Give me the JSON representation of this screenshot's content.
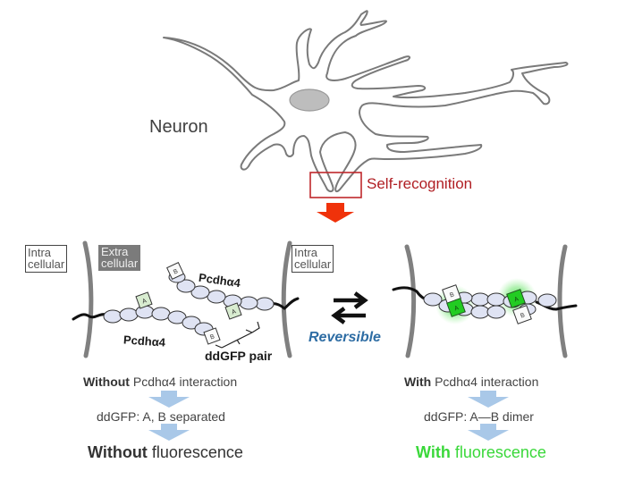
{
  "figure": {
    "neuron_label": "Neuron",
    "self_recognition_label": "Self-recognition",
    "left_panel": {
      "intra_label_line1": "Intra",
      "intra_label_line2": "cellular",
      "extra_label_line1": "Extra",
      "extra_label_line2": "cellular",
      "right_intra_label_line1": "Intra",
      "right_intra_label_line2": "cellular",
      "protein_label_top": "Pcdhα4",
      "protein_label_bottom": "Pcdhα4",
      "ddgfp_pair_label": "ddGFP pair",
      "fragment_a": "A",
      "fragment_b": "B"
    },
    "reversible_label": "Reversible",
    "left_flow": {
      "condition_bold": "Without",
      "condition_rest": " Pcdhα4 interaction",
      "state": "ddGFP: A, B separated",
      "result_bold": "Without",
      "result_rest": " fluorescence"
    },
    "right_flow": {
      "condition_bold": "With",
      "condition_rest": " Pcdhα4 interaction",
      "state": "ddGFP: A—B dimer",
      "result_bold": "With",
      "result_rest": " fluorescence"
    },
    "colors": {
      "outline": "#7a7a7a",
      "nucleus": "#bdbdbd",
      "self_recognition": "#b01e23",
      "down_arrow": "#f0320a",
      "domain_fill": "#dfe3f3",
      "fragment_a_separated": "#d8ecd0",
      "fragment_a_dimer": "#22cc22",
      "glow": "#33dd33",
      "flow_arrow": "#a9c8e8",
      "reversible": "#2e6da4",
      "fluorescence": "#3ad83a"
    }
  }
}
